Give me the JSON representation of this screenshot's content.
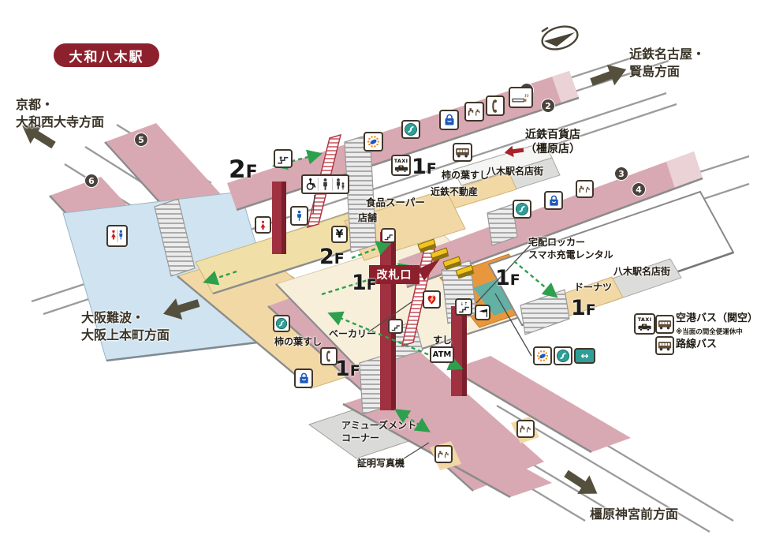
{
  "title": "大和八木駅",
  "directions": {
    "kyoto": "京都・\n大和西大寺方面",
    "nagoya": "近鉄名古屋・\n賢島方面",
    "osaka": "大阪難波・\n大阪上本町方面",
    "kashihara_jingu": "橿原神宮前方面"
  },
  "department_store": "近鉄百貨店\n（橿原店）",
  "gate": "改札口",
  "floors": {
    "n1": "1",
    "n2": "2",
    "f": "F"
  },
  "platforms": {
    "p1": "1",
    "p2": "2",
    "p3": "3",
    "p4": "4",
    "p5": "5",
    "p6": "6"
  },
  "facilities": {
    "kakinoha_upper": "柿の葉すし",
    "meitengai_upper": "八木駅名店街",
    "fudosan": "近鉄不動産",
    "food_super": "食品スーパー",
    "tenpo": "店舗",
    "takuhai": "宅配ロッカー\nスマホ充電レンタル",
    "donut": "ドーナツ",
    "meitengai_east": "八木駅名店街",
    "bakery": "ベーカリー",
    "kakinoha_lower": "柿の葉すし",
    "sushi": "すし",
    "atm": "ATM",
    "amusement": "アミューズメント\nコーナー",
    "photo_booth": "証明写真機"
  },
  "legend": {
    "taxi": "TAXI",
    "airport_bus": "空港バス（関空）",
    "airport_bus_note": "※当面の間全便運休中",
    "route_bus": "路線バス"
  },
  "icon_labels": {
    "yen": "¥",
    "updown": "↓↑",
    "lr": "↔"
  },
  "colors": {
    "platform_pink": "#d9a9b3",
    "accent_red": "#8c202c",
    "floor_tan": "#f2d8a4",
    "floor_cream": "#f7efd9",
    "floor_blue": "#cfe4f0",
    "floor_orange": "#e8973c",
    "teal": "#63b0a5",
    "route_green": "#2da04d",
    "arrow_olive": "#55503e"
  }
}
